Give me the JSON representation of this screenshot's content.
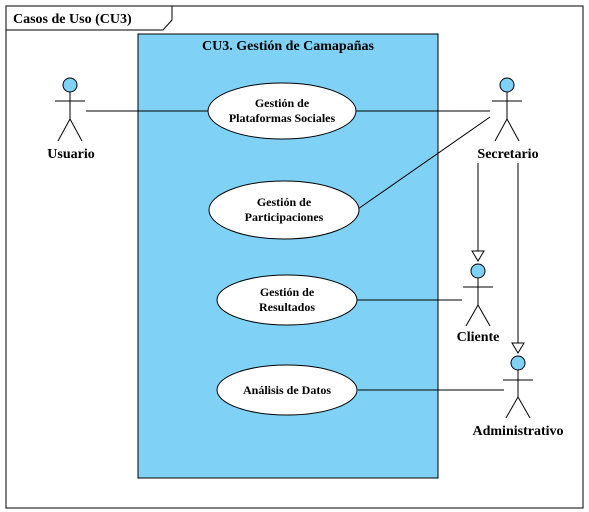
{
  "frame": {
    "title": "Casos de Uso (CU3)"
  },
  "system": {
    "title": "CU3. Gestión de Camapañas",
    "fill": "#7fd2f5"
  },
  "use_cases": [
    {
      "id": "uc-plataformas",
      "lines": [
        "Gestión de",
        "Plataformas Sociales"
      ]
    },
    {
      "id": "uc-participaciones",
      "lines": [
        "Gestión de",
        "Participaciones"
      ]
    },
    {
      "id": "uc-resultados",
      "lines": [
        "Gestión de",
        "Resultados"
      ]
    },
    {
      "id": "uc-analisis",
      "lines": [
        "Análisis de Datos"
      ]
    }
  ],
  "actors": [
    {
      "id": "actor-usuario",
      "label": "Usuario"
    },
    {
      "id": "actor-secretario",
      "label": "Secretario"
    },
    {
      "id": "actor-cliente",
      "label": "Cliente"
    },
    {
      "id": "actor-administrativo",
      "label": "Administrativo"
    }
  ],
  "colors": {
    "actor_head": "#7fd2f5",
    "line": "#000000",
    "use_case_fill": "#ffffff"
  }
}
